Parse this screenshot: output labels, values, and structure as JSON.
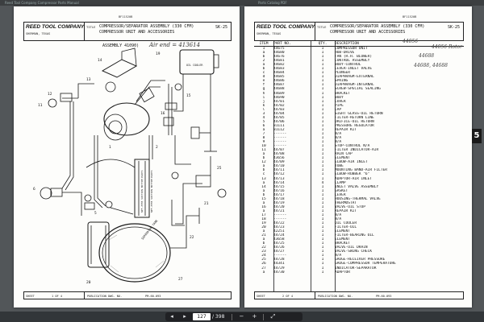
{
  "browser": {
    "tabs": [
      "Reed Tool Company Compressor Parts Manual",
      "Parts Catalog PDF"
    ]
  },
  "document": {
    "company": "REED TOOL COMPANY",
    "location": "SHERMAN, TEXAS",
    "title_label": "TITLE",
    "doc_id": "BF11520B",
    "code": "SK-25",
    "left_page": {
      "title_line1": "COMPRESSOR/SEPARATOR ASSEMBLY (330 CFM)",
      "title_line2": "COMPRESSOR UNIT AND ACCESSORIES",
      "assembly": "ASSEMBLY 41090)",
      "handwritten": "Air end = 413614",
      "cooler_label": "OIL COOLER",
      "hose_note_1": "NPF-2555 SUCTION BOTTOM PARTS",
      "hose_note_2": "NPF-2555 SUCTION BOTTOM PARTS",
      "separator_label": "SEPARATOR TANK",
      "footer_sheet_label": "SHEET",
      "footer_sheet": "1 OF 4",
      "footer_pub_label": "PUBLICATION DWG. NO.",
      "footer_pub": "PM-60-093"
    },
    "right_page": {
      "title_line1": "COMPRESSOR/SEPARATOR ASSEMBLY (330 CFM)",
      "title_line2": "COMPRESSOR UNIT AND ACCESSORIES",
      "col_item": "ITEM",
      "col_part": "PART NO.",
      "col_qty": "QTY.",
      "col_desc": "DESCRIPTION",
      "handwritten_1": "44056",
      "handwritten_2": "44056 Rotor",
      "handwritten_3": "44688",
      "handwritten_4": "44688, 44688",
      "footer_sheet_label": "SHEET",
      "footer_sheet": "2 OF 4",
      "footer_pub_label": "PUBLICATION DWG. NO.",
      "footer_pub": "PM-60-093"
    },
    "section_tab": "5"
  },
  "parts": [
    {
      "item": "1",
      "part": "44675",
      "qty": "1",
      "desc": "COMPRESSOR UNIT"
    },
    {
      "item": "a",
      "part": "44680",
      "qty": "1",
      "desc": "HUB-DRIVE"
    },
    {
      "item": "b",
      "part": "44676",
      "qty": "1",
      "desc": "FAN (R.H. BLOWER)"
    },
    {
      "item": "2",
      "part": "44681",
      "qty": "1",
      "desc": "CONTROL ASSEMBLY"
    },
    {
      "item": "a",
      "part": "44682",
      "qty": "1",
      "desc": "BODY-CONTROL"
    },
    {
      "item": "b",
      "part": "44683",
      "qty": "1",
      "desc": "LEVER-INLET VALVE"
    },
    {
      "item": "c",
      "part": "44684",
      "qty": "1",
      "desc": "PLUNGER"
    },
    {
      "item": "d",
      "part": "44685",
      "qty": "1",
      "desc": "DIAPHRAGM-EXTERNAL"
    },
    {
      "item": "e",
      "part": "44686",
      "qty": "1",
      "desc": "SPRING"
    },
    {
      "item": "f",
      "part": "44687",
      "qty": "1",
      "desc": "DIAPHRAGM-INTERNAL"
    },
    {
      "item": "g",
      "part": "44688",
      "qty": "1",
      "desc": "SCREW-SPECIAL SEALING"
    },
    {
      "item": "h",
      "part": "44689",
      "qty": "1",
      "desc": "BRACKET"
    },
    {
      "item": "i",
      "part": "44690",
      "qty": "1",
      "desc": "BODY"
    },
    {
      "item": "j",
      "part": "44701",
      "qty": "1",
      "desc": "COVER"
    },
    {
      "item": "k",
      "part": "44702",
      "qty": "1",
      "desc": "PIPE"
    },
    {
      "item": "l",
      "part": "44703",
      "qty": "1",
      "desc": "CAP"
    },
    {
      "item": "3",
      "part": "44704",
      "qty": "1",
      "desc": "SIGHT GLASS-OIL RETURN"
    },
    {
      "item": "4",
      "part": "44705",
      "qty": "1",
      "desc": "FILTER-RETURN LINE"
    },
    {
      "item": "5",
      "part": "44706",
      "qty": "1",
      "desc": "ORIFICE-OIL RETURN"
    },
    {
      "item": "6",
      "part": "81111",
      "qty": "1",
      "desc": "PRESSURE REGULATOR"
    },
    {
      "item": "a",
      "part": "81112",
      "qty": "1",
      "desc": "REPAIR KIT"
    },
    {
      "item": "7",
      "part": "------",
      "qty": "1",
      "desc": "N/A"
    },
    {
      "item": "8",
      "part": "------",
      "qty": "1",
      "desc": "N/A"
    },
    {
      "item": "9",
      "part": "------",
      "qty": "1",
      "desc": "N/A"
    },
    {
      "item": "10",
      "part": "------",
      "qty": "1",
      "desc": "STOP-CONTROL N/A"
    },
    {
      "item": "11",
      "part": "44707",
      "qty": "1",
      "desc": "FILTER INDICATOR-AIR"
    },
    {
      "item": "a",
      "part": "44708",
      "qty": "1",
      "desc": "RAIN CAP"
    },
    {
      "item": "b",
      "part": "43656",
      "qty": "1",
      "desc": "ELEMENT"
    },
    {
      "item": "12",
      "part": "44709",
      "qty": "1",
      "desc": "ELBOW-AIR INLET"
    },
    {
      "item": "a",
      "part": "44710",
      "qty": "1",
      "desc": "TUBE"
    },
    {
      "item": "b",
      "part": "44711",
      "qty": "1",
      "desc": "MOUNTING BAND-AIR FILTER"
    },
    {
      "item": "c",
      "part": "44712",
      "qty": "1",
      "desc": "ELBOW-RUBBER \"6\""
    },
    {
      "item": "13",
      "part": "44713",
      "qty": "1",
      "desc": "ADAPTOR-AIR INLET"
    },
    {
      "item": "a",
      "part": "44714",
      "qty": "4",
      "desc": "CLAMP"
    },
    {
      "item": "14",
      "part": "44715",
      "qty": "1",
      "desc": "INLET VALVE ASSEMBLY"
    },
    {
      "item": "a",
      "part": "44716",
      "qty": "1",
      "desc": "GASKET"
    },
    {
      "item": "b",
      "part": "44717",
      "qty": "1",
      "desc": "LEVER"
    },
    {
      "item": "15",
      "part": "44718",
      "qty": "1",
      "desc": "HOUSING-THERMAL VALVE"
    },
    {
      "item": "a",
      "part": "44719",
      "qty": "1",
      "desc": "THERMOSTAT"
    },
    {
      "item": "16",
      "part": "44720",
      "qty": "1",
      "desc": "VALVE-OIL STOP"
    },
    {
      "item": "a",
      "part": "44721",
      "qty": "1",
      "desc": "REPAIR KIT"
    },
    {
      "item": "17",
      "part": "------",
      "qty": "1",
      "desc": "N/A"
    },
    {
      "item": "18",
      "part": "------",
      "qty": "1",
      "desc": "N/A"
    },
    {
      "item": "19",
      "part": "44722",
      "qty": "1",
      "desc": "OIL COOLER"
    },
    {
      "item": "20",
      "part": "44723",
      "qty": "1",
      "desc": "FILTER-OIL"
    },
    {
      "item": "a",
      "part": "42251",
      "qty": "1",
      "desc": "ELEMENT"
    },
    {
      "item": "21",
      "part": "44724",
      "qty": "1",
      "desc": "FILTER-BEARING OIL"
    },
    {
      "item": "a",
      "part": "43658",
      "qty": "1",
      "desc": "ELEMENT"
    },
    {
      "item": "b",
      "part": "44725",
      "qty": "1",
      "desc": "BRACKET"
    },
    {
      "item": "22",
      "part": "44726",
      "qty": "1",
      "desc": "VALVE-OIL DRAIN"
    },
    {
      "item": "23",
      "part": "44727",
      "qty": "1",
      "desc": "VALVE-SWING CHECK"
    },
    {
      "item": "24",
      "part": "------",
      "qty": "1",
      "desc": "N/A"
    },
    {
      "item": "25",
      "part": "44728",
      "qty": "1",
      "desc": "GAUGE-RECEIVER PRESSURE"
    },
    {
      "item": "26",
      "part": "44341",
      "qty": "1",
      "desc": "GAUGE-COMPRESSOR TEMPERATURE"
    },
    {
      "item": "27",
      "part": "44729",
      "qty": "1",
      "desc": "INDICATOR-SEPARATOR"
    },
    {
      "item": "a",
      "part": "44730",
      "qty": "1",
      "desc": "ADAPTOR"
    }
  ],
  "viewer": {
    "current_page": "127",
    "total_pages": "/ 398",
    "prev_icon": "◂",
    "next_icon": "▸",
    "zoom_out_icon": "−",
    "zoom_in_icon": "+",
    "fit_icon": "⤢"
  }
}
